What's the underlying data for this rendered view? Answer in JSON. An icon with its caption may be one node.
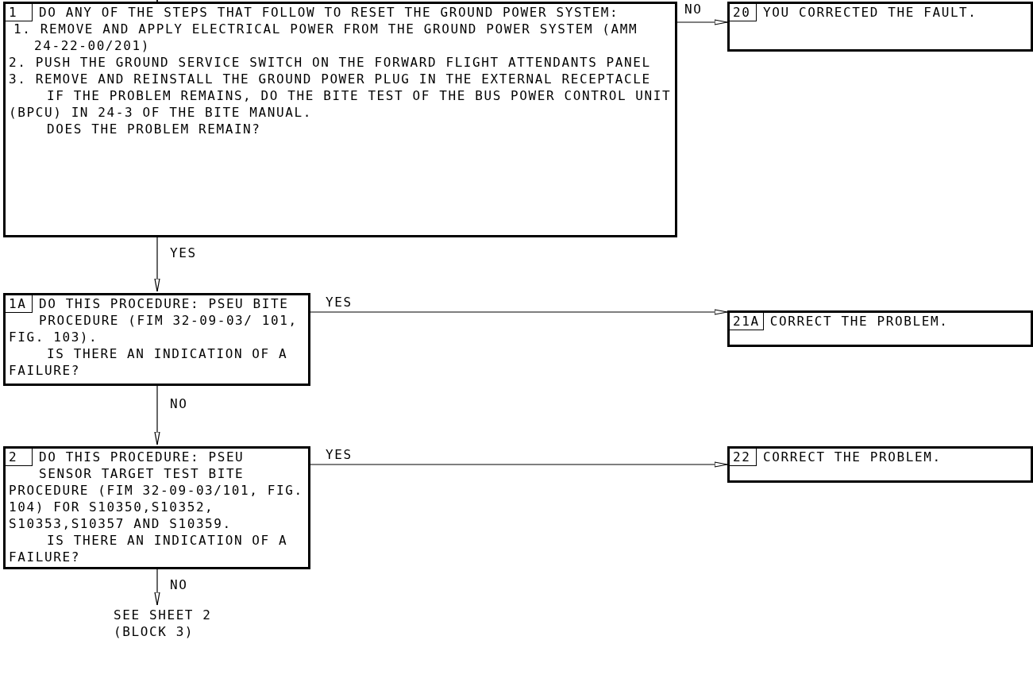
{
  "diagram": {
    "nodes": [
      {
        "text": [
          "1",
          "DO ANY OF THE STEPS THAT FOLLOW TO RESET THE GROUND POWER SYSTEM:",
          "1. REMOVE AND APPLY ELECTRICAL POWER FROM THE GROUND POWER SYSTEM (AMM 24-22-00/201)",
          "2. PUSH THE GROUND SERVICE SWITCH ON THE FORWARD FLIGHT ATTENDANTS PANEL",
          "3. REMOVE AND REINSTALL THE GROUND POWER PLUG IN THE EXTERNAL RECEPTACLE",
          "IF THE PROBLEM REMAINS, DO THE BITE TEST OF THE BUS POWER CONTROL UNIT (BPCU) IN 24-3 OF THE BITE MANUAL.",
          "DOES THE PROBLEM REMAIN?"
        ]
      },
      {
        "text": [
          "20",
          "YOU CORRECTED THE FAULT."
        ]
      },
      {
        "text": [
          "1A",
          "DO THIS PROCEDURE: PSEU BITE PROCEDURE (FIM 32-09-03/ 101, FIG. 103).",
          "IS THERE AN INDICATION OF A FAILURE?"
        ]
      },
      {
        "text": [
          "21A",
          "CORRECT THE PROBLEM."
        ]
      },
      {
        "text": [
          "2",
          "DO THIS PROCEDURE: PSEU SENSOR TARGET TEST BITE PROCEDURE (FIM 32-09-03/101, FIG. 104) FOR S10350,S10352, S10353,S10357 AND S10359.",
          "IS THERE AN INDICATION OF A FAILURE?"
        ]
      },
      {
        "text": [
          "22",
          "CORRECT THE PROBLEM."
        ]
      },
      {
        "text": [
          "SEE SHEET 2 (BLOCK 3)"
        ]
      }
    ],
    "edges": [
      {
        "from": null,
        "to": 0,
        "arrow": "to"
      },
      {
        "from": 0,
        "to": 1,
        "arrow": "to",
        "label": "NO"
      },
      {
        "from": 0,
        "to": 2,
        "arrow": "to",
        "label": "YES"
      },
      {
        "from": 2,
        "to": 3,
        "arrow": "to",
        "label": "YES"
      },
      {
        "from": 2,
        "to": 4,
        "arrow": "to",
        "label": "NO"
      },
      {
        "from": 4,
        "to": 5,
        "arrow": "to",
        "label": "YES"
      },
      {
        "from": 4,
        "to": 6,
        "arrow": "to",
        "label": "NO"
      }
    ]
  }
}
